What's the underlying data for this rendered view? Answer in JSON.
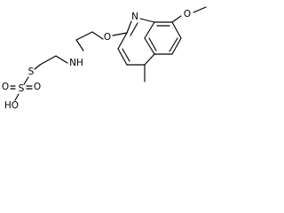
{
  "structure": {
    "atom_labels": {
      "ring_nitrogen": "N",
      "ether_oxygen": "O",
      "methoxy_oxygen": "O",
      "amine": "NH",
      "thio_sulfur": "S",
      "sulfonyl_sulfur": "S",
      "sulfonyl_oxygen_left": "O",
      "sulfonyl_oxygen_right": "O",
      "hydroxyl": "HO"
    }
  },
  "colors": {
    "bond": "#000000",
    "label": "#000000",
    "background": "#ffffff"
  }
}
